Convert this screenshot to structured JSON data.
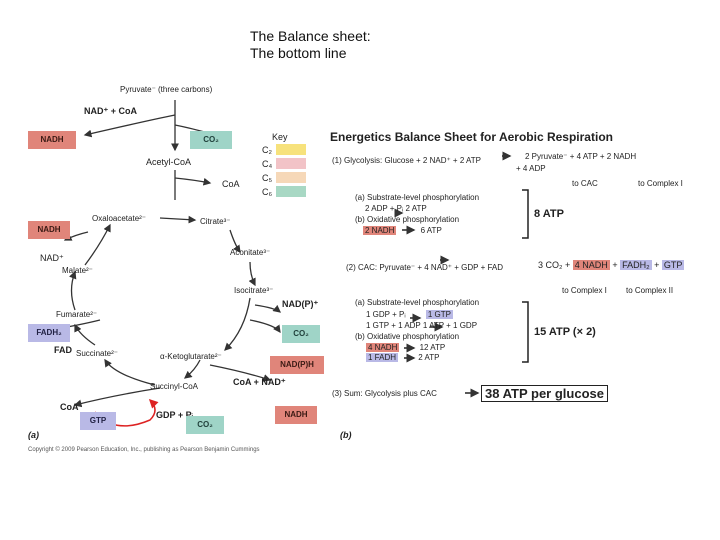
{
  "header": {
    "line1": "The Balance sheet:",
    "line2": "The bottom line"
  },
  "panel_a": {
    "pyruvate": "Pyruvate⁻ (three carbons)",
    "nad_coa": "NAD⁺ + CoA",
    "nadh_top": "NADH",
    "co2_top": "CO₂",
    "acetyl_coa": "Acetyl-CoA",
    "coa_1": "CoA",
    "oxaloacetate": "Oxaloacetate²⁻",
    "citrate": "Citrate³⁻",
    "nadh_left": "NADH",
    "nad_left": "NAD⁺",
    "aconitate": "Aconitate³⁻",
    "malate": "Malate²⁻",
    "isocitrate": "Isocitrate³⁻",
    "nadp": "NAD(P)⁺",
    "fumarate": "Fumarate²⁻",
    "fadh2": "FADH₂",
    "co2_right": "CO₂",
    "fad": "FAD",
    "succinate": "Succinate²⁻",
    "ketoglutarate": "α-Ketoglutarate²⁻",
    "nadph": "NAD(P)H",
    "succinyl_coa": "Succinyl-CoA",
    "coa_nad": "CoA + NAD⁺",
    "coa_2": "CoA",
    "gtp": "GTP",
    "gdp_pi": "GDP + Pᵢ",
    "co2_bottom": "CO₂",
    "nadh_bottom": "NADH",
    "label": "(a)"
  },
  "key": {
    "title": "Key",
    "items": [
      "C₂",
      "C₄",
      "C₅",
      "C₆"
    ],
    "colors": [
      "#f7e27c",
      "#f2c3c7",
      "#f6d8b8",
      "#a8d8c4"
    ]
  },
  "panel_b": {
    "title": "Energetics Balance Sheet for Aerobic Respiration",
    "glycolysis": "(1) Glycolysis: Glucose + 2 NAD⁺ + 2 ATP",
    "glycolysis_products": "2 Pyruvate⁻ + 4 ATP + 2 NADH",
    "glycolysis_products2": "+ 4 ADP",
    "to_cac": "to CAC",
    "to_complex_1a": "to Complex I",
    "sub_a": "(a) Substrate-level phosphorylation",
    "sub_a_eq": "2 ADP + Pᵢ       2 ATP",
    "sub_b": "(b) Oxidative phosphorylation",
    "sub_b_eq1": "2 NADH",
    "sub_b_eq2": "6 ATP",
    "atp8": "8 ATP",
    "cac": "(2) CAC: Pyruvate⁻ + 4 NAD⁺ + GDP + FAD",
    "cac_products": [
      "3 CO₂",
      "4 NADH",
      "FADH₂",
      "GTP"
    ],
    "to_complex_1b": "to Complex I",
    "to_complex_2": "to Complex II",
    "cac_a": "(a) Substrate-level phosphorylation",
    "cac_a_eq1a": "1 GDP + Pᵢ",
    "cac_a_eq1b": "1 GTP",
    "cac_a_eq2": "1 GTP + 1 ADP        1 ATP + 1 GDP",
    "cac_b": "(b) Oxidative phosphorylation",
    "cac_b_eq1a": "4 NADH",
    "cac_b_eq1b": "12 ATP",
    "cac_b_eq2a": "1 FADH",
    "cac_b_eq2b": "2 ATP",
    "atp15": "15 ATP (× 2)",
    "sum": "(3) Sum: Glycolysis plus CAC",
    "total": "38 ATP per glucose",
    "label": "(b)"
  },
  "copyright": "Copyright © 2009 Pearson Education, Inc., publishing as Pearson Benjamin Cummings"
}
